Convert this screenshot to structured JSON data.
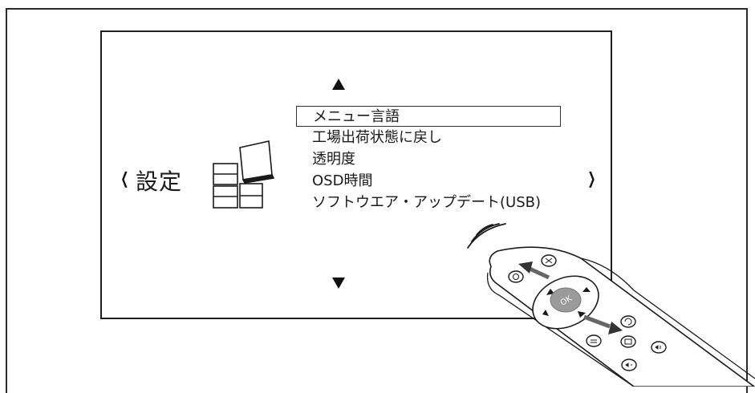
{
  "screen": {
    "title": "設定",
    "prev_glyph": "❮",
    "next_glyph": "❯",
    "up_icon": "triangle-up-icon",
    "down_icon": "triangle-down-icon"
  },
  "menu": {
    "items": [
      {
        "label": "メニュー言語",
        "selected": true
      },
      {
        "label": "工場出荷状態に戻し",
        "selected": false
      },
      {
        "label": "透明度",
        "selected": false
      },
      {
        "label": "OSD時間",
        "selected": false
      },
      {
        "label": "ソフトウエア・アップデート(USB)",
        "selected": false
      }
    ]
  },
  "remote": {
    "ok_label": "OK",
    "icons": [
      "power-icon",
      "mute-icon",
      "menu-icon",
      "back-icon",
      "input-icon",
      "volume-up-icon",
      "volume-down-icon"
    ]
  },
  "colors": {
    "line": "#1f1f1f",
    "highlight": "#333333",
    "ok_button": "#9a9a9a"
  }
}
